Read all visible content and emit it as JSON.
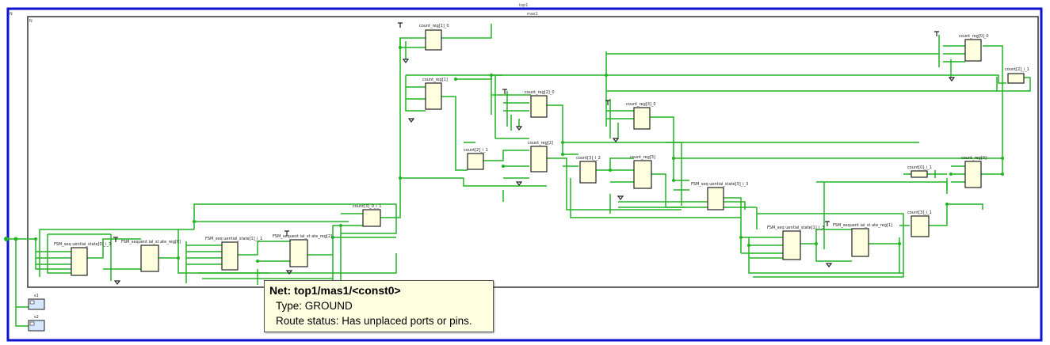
{
  "design": {
    "top_title": "top1",
    "top_corner_label": "N",
    "inner_title": "mas1",
    "inner_corner_label": "N"
  },
  "cells": [
    {
      "id": "c1",
      "label": "count_reg[1]_0"
    },
    {
      "id": "c2",
      "label": "count_reg[1]"
    },
    {
      "id": "c3",
      "label": "count_reg[2]_0"
    },
    {
      "id": "c4",
      "label": "count[2]_i_1"
    },
    {
      "id": "c5",
      "label": "count_reg[2]"
    },
    {
      "id": "c6",
      "label": "count[3]_i_2"
    },
    {
      "id": "c7",
      "label": "count_reg[3]_0"
    },
    {
      "id": "c8",
      "label": "count_reg[3]"
    },
    {
      "id": "c9",
      "label": "count_reg[0]_0"
    },
    {
      "id": "c10",
      "label": "count[2]_i_1"
    },
    {
      "id": "c11",
      "label": "count[0]_i_1"
    },
    {
      "id": "c12",
      "label": "count_reg[0]"
    },
    {
      "id": "c13",
      "label": "count[3]_i_1"
    },
    {
      "id": "c14",
      "label": "count[3]_0_i_1"
    },
    {
      "id": "c15",
      "label": "FSM_seq uential_state[3]_i_3"
    },
    {
      "id": "c16",
      "label": "FSM_seq uential_state[0]_i_3"
    },
    {
      "id": "c17",
      "label": "FSM_sequent ial_st ate_reg[0]"
    },
    {
      "id": "c18",
      "label": "FSM_seq uential_state[1]_i_1"
    },
    {
      "id": "c19",
      "label": "FSM_sequent ial_st ate_reg[2]"
    },
    {
      "id": "c20",
      "label": "FSM_seq uential_state[1]_i_3"
    },
    {
      "id": "c21",
      "label": "FSM_sequent ial_st ate_reg[1]"
    }
  ],
  "ports": [
    {
      "id": "p1",
      "label": "s1"
    },
    {
      "id": "p2",
      "label": "s2"
    }
  ],
  "tooltip": {
    "title": "Net: top1/mas1/<const0>",
    "type": "Type: GROUND",
    "route_status": "Route status: Has unplaced ports or pins."
  },
  "colors": {
    "top_border": "#1010d0",
    "wire": "#22b422",
    "cell_fill": "#ffffe0",
    "port_fill": "#d6e6ff"
  }
}
